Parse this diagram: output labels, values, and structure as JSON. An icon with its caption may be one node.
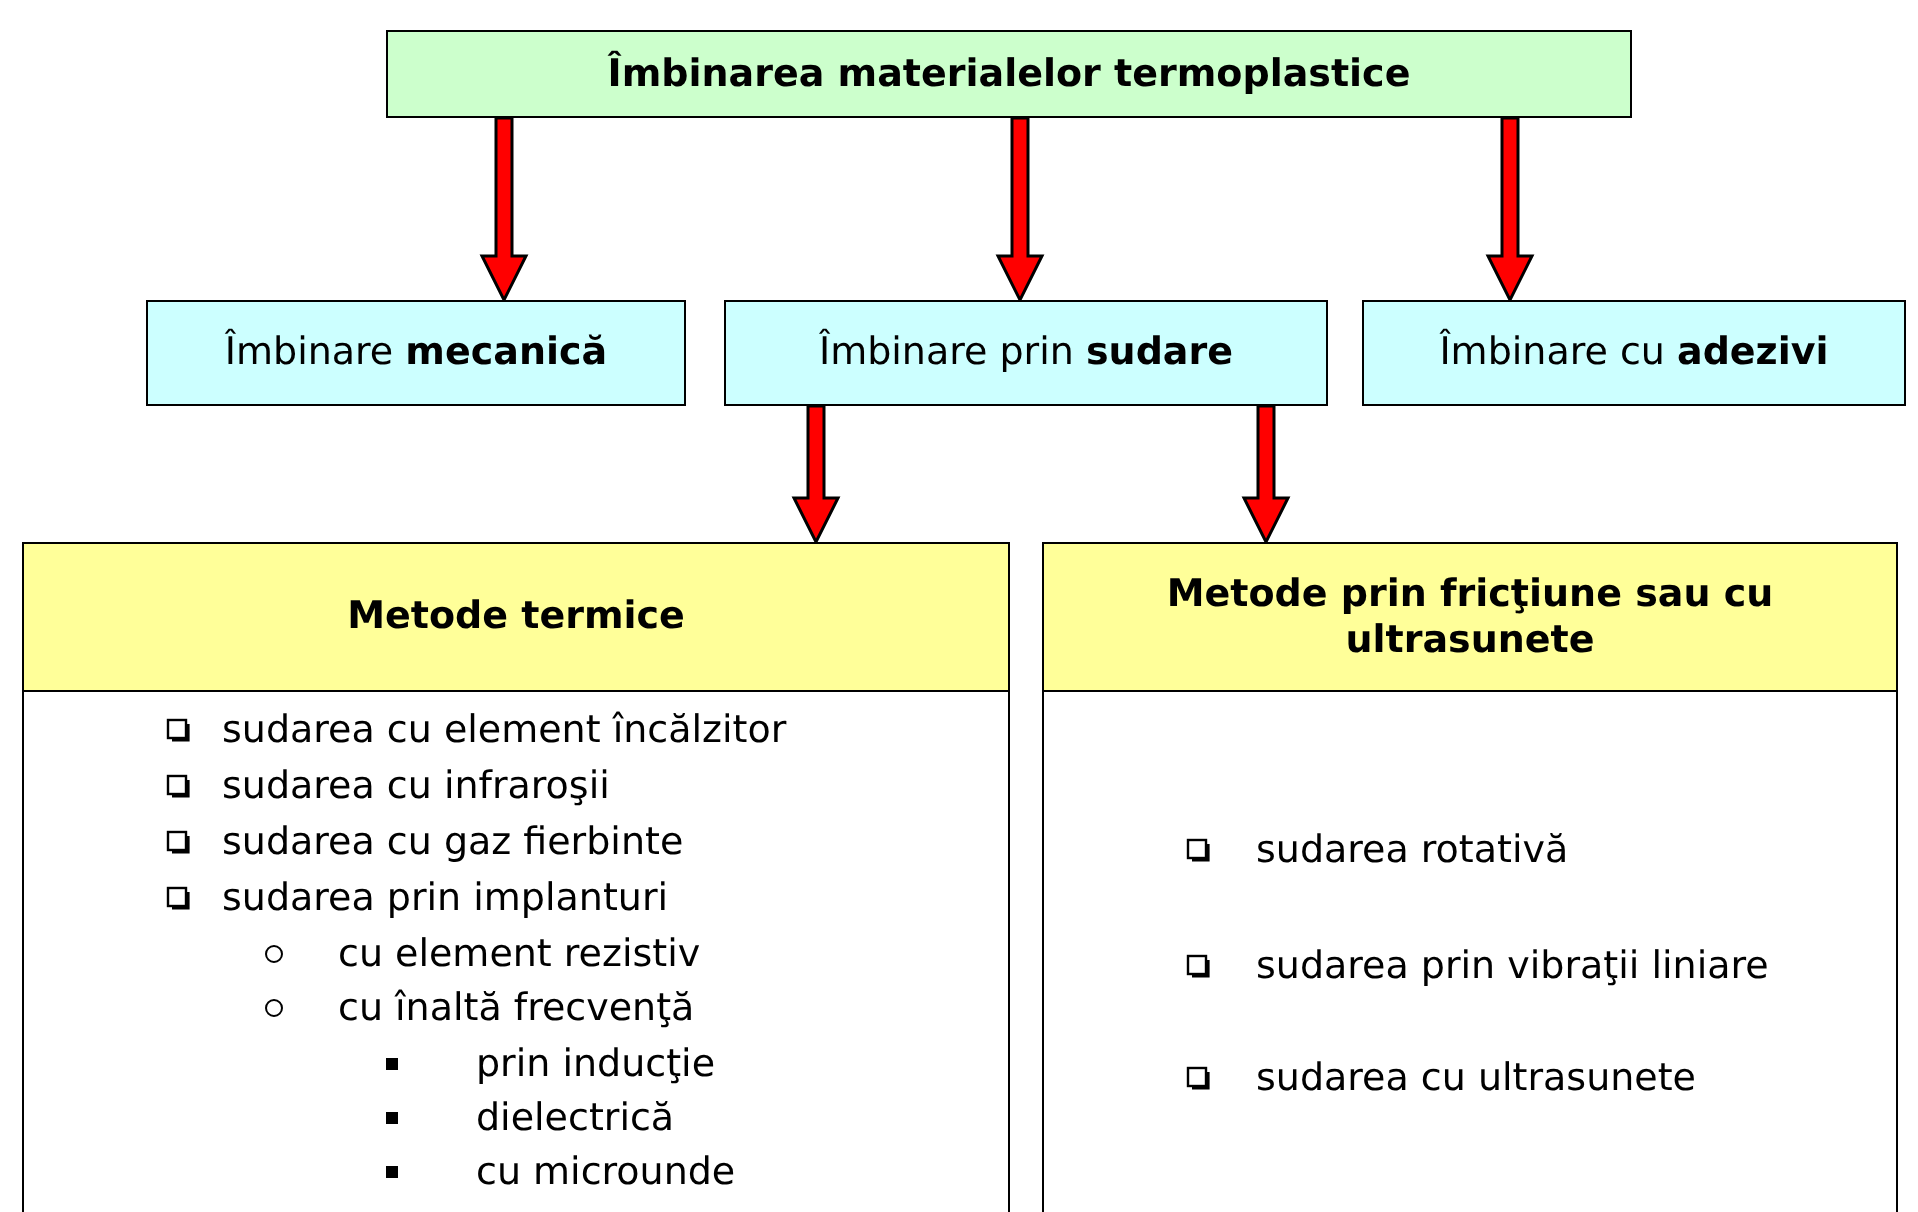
{
  "diagram": {
    "nodes": [
      {
        "text": [
          "Îmbinarea materialelor termoplastice"
        ]
      },
      {
        "text": [
          "Îmbinare **mecanică**"
        ]
      },
      {
        "text": [
          "Îmbinare prin **sudare**"
        ]
      },
      {
        "text": [
          "Îmbinare cu **adezivi**"
        ]
      },
      {
        "text": [
          "Metode termice"
        ]
      },
      {
        "text": [
          "sudarea cu element încălzitor",
          "sudarea cu infraroşii",
          "sudarea cu gaz fierbinte",
          "sudarea prin implanturi",
          "cu element rezistiv",
          "cu înaltă frecvenţă",
          "prin inducţie",
          "dielectrică",
          "cu microunde"
        ]
      },
      {
        "text": [
          "Metode prin fricţiune sau cu ultrasunete"
        ]
      },
      {
        "text": [
          "sudarea rotativă",
          "sudarea prin vibraţii liniare",
          "sudarea cu ultrasunete"
        ]
      }
    ],
    "edges": [
      {
        "from": 0,
        "to": 1,
        "arrow": "to"
      },
      {
        "from": 0,
        "to": 2,
        "arrow": "to"
      },
      {
        "from": 0,
        "to": 3,
        "arrow": "to"
      },
      {
        "from": 2,
        "to": 4,
        "arrow": "to"
      },
      {
        "from": 2,
        "to": 6,
        "arrow": "to"
      }
    ]
  }
}
